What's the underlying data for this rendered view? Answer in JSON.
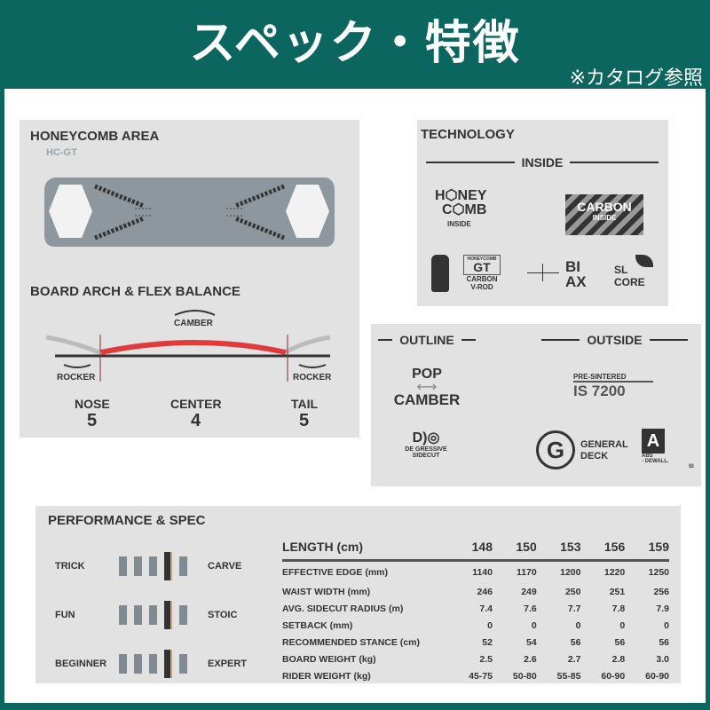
{
  "header": {
    "title": "スペック・特徴",
    "note": "※カタログ参照"
  },
  "board": {
    "honeycomb_title": "HONEYCOMB AREA",
    "honeycomb_sub": "HC-GT",
    "arch_title": "BOARD ARCH & FLEX BALANCE",
    "camber_label": "CAMBER",
    "rocker_label": "ROCKER",
    "flex": [
      {
        "label": "NOSE",
        "value": "5"
      },
      {
        "label": "CENTER",
        "value": "4"
      },
      {
        "label": "TAIL",
        "value": "5"
      }
    ],
    "camber_color": "#e03a3a"
  },
  "technology": {
    "title": "TECHNOLOGY",
    "inside": "INSIDE",
    "honeycomb_logo": [
      "H",
      "NEY",
      "C",
      "MB",
      "INSIDE"
    ],
    "carbon_logo": [
      "CARBON",
      "INSIDE"
    ],
    "gt_logo": [
      "HONEYCOMB",
      "GT",
      "CARBON",
      "V-ROD"
    ],
    "biax_logo": [
      "BI",
      "AX"
    ],
    "slcore_logo": [
      "SL",
      "CORE"
    ]
  },
  "outline": {
    "title": "OUTLINE",
    "outside": "OUTSIDE",
    "pop_camber": [
      "POP",
      "CAMBER"
    ],
    "degressive": [
      "DE GRESSIVE",
      "SIDECUT"
    ],
    "sintered": [
      "PRE-SINTERED",
      "IS 7200"
    ],
    "general_deck": [
      "GENERAL",
      "DECK"
    ],
    "abs": [
      "ABS",
      "- DEWALL.",
      "SI"
    ]
  },
  "performance": {
    "title": "PERFORMANCE & SPEC",
    "scales": [
      {
        "left": "TRICK",
        "right": "CARVE",
        "level": 4,
        "of": 5
      },
      {
        "left": "FUN",
        "right": "STOIC",
        "level": 4,
        "of": 5
      },
      {
        "left": "BEGINNER",
        "right": "EXPERT",
        "level": 4,
        "of": 5
      }
    ]
  },
  "spec": {
    "header": "LENGTH (cm)",
    "sizes": [
      "148",
      "150",
      "153",
      "156",
      "159"
    ],
    "rows": [
      {
        "label": "EFFECTIVE EDGE (mm)",
        "values": [
          "1140",
          "1170",
          "1200",
          "1220",
          "1250"
        ]
      },
      {
        "label": "WAIST WIDTH (mm)",
        "values": [
          "246",
          "249",
          "250",
          "251",
          "256"
        ]
      },
      {
        "label": "AVG. SIDECUT RADIUS (m)",
        "values": [
          "7.4",
          "7.6",
          "7.7",
          "7.8",
          "7.9"
        ]
      },
      {
        "label": "SETBACK (mm)",
        "values": [
          "0",
          "0",
          "0",
          "0",
          "0"
        ]
      },
      {
        "label": "RECOMMENDED STANCE (cm)",
        "values": [
          "52",
          "54",
          "56",
          "56",
          "56"
        ]
      },
      {
        "label": "BOARD WEIGHT (kg)",
        "values": [
          "2.5",
          "2.6",
          "2.7",
          "2.8",
          "3.0"
        ]
      },
      {
        "label": "RIDER WEIGHT (kg)",
        "values": [
          "45-75",
          "50-80",
          "55-85",
          "60-90",
          "60-90"
        ]
      }
    ]
  }
}
